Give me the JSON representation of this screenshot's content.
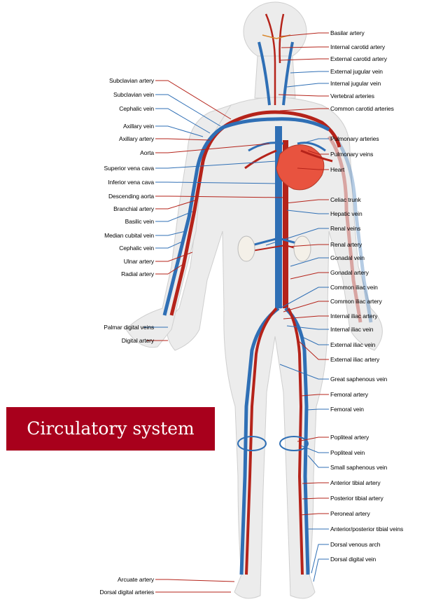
{
  "title": "Circulatory system",
  "colors": {
    "artery": "#b5231a",
    "vein": "#2f6fb5",
    "heart": "#e8533f",
    "body": "#ececec",
    "title_bg": "#a8001c"
  },
  "labels": {
    "left": [
      "Subclavian artery",
      "Subclavian vein",
      "Cephalic vein",
      "Axillary vein",
      "Axillary artery",
      "Aorta",
      "Superior vena cava",
      "Inferior vena cava",
      "Descending aorta",
      "Branchial artery",
      "Basilic vein",
      "Median cubital vein",
      "Cephalic vein",
      "Ulnar artery",
      "Radial artery",
      "Palmar digital veins",
      "Digital artery",
      "Arcuate artery",
      "Dorsal digital arteries"
    ],
    "right": [
      "Basilar artery",
      "Internal carotid artery",
      "External carotid artery",
      "External jugular vein",
      "Internal jugular vein",
      "Vertebral arteries",
      "Common carotid arteries",
      "Pulmonary arteries",
      "Pulmonary veins",
      "Heart",
      "Celiac trunk",
      "Hepatic vein",
      "Renal veins",
      "Renal artery",
      "Gonadal vein",
      "Gonadal artery",
      "Common iliac vein",
      "Common iliac artery",
      "Internal iliac artery",
      "Internal iliac vein",
      "External iliac vein",
      "External iliac artery",
      "Great saphenous vein",
      "Femoral artery",
      "Femoral vein",
      "Popliteal artery",
      "Popliteal vein",
      "Small saphenous vein",
      "Anterior tibial artery",
      "Posterior tibial artery",
      "Peroneal artery",
      "Anterior/posterior tibial veins",
      "Dorsal venous arch",
      "Dorsal digital vein"
    ]
  }
}
